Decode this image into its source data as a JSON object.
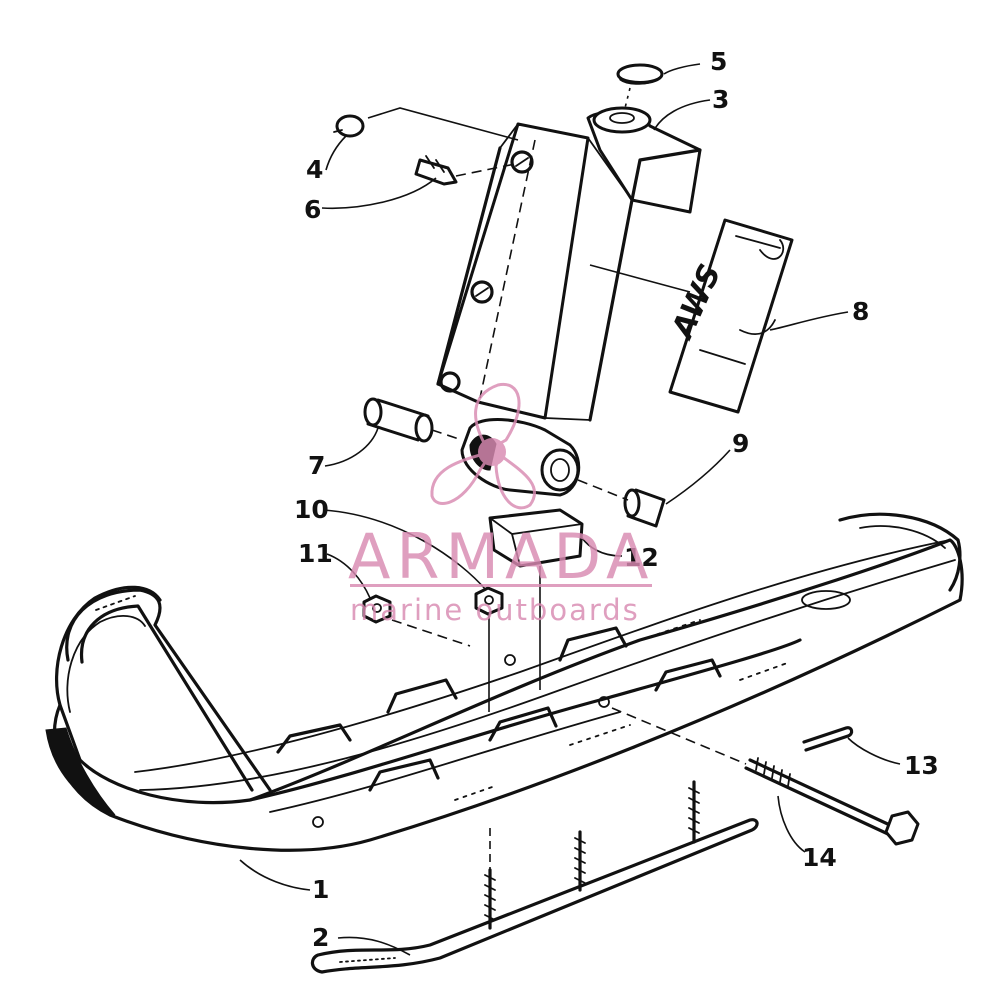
{
  "diagram": {
    "part_callouts": [
      "1",
      "2",
      "3",
      "4",
      "5",
      "6",
      "7",
      "8",
      "9",
      "10",
      "11",
      "12",
      "13",
      "14"
    ],
    "decal_text": "AWS"
  },
  "watermark": {
    "title": "ARMADA",
    "subtitle": "marine outboards",
    "color": "#d98ab2"
  }
}
